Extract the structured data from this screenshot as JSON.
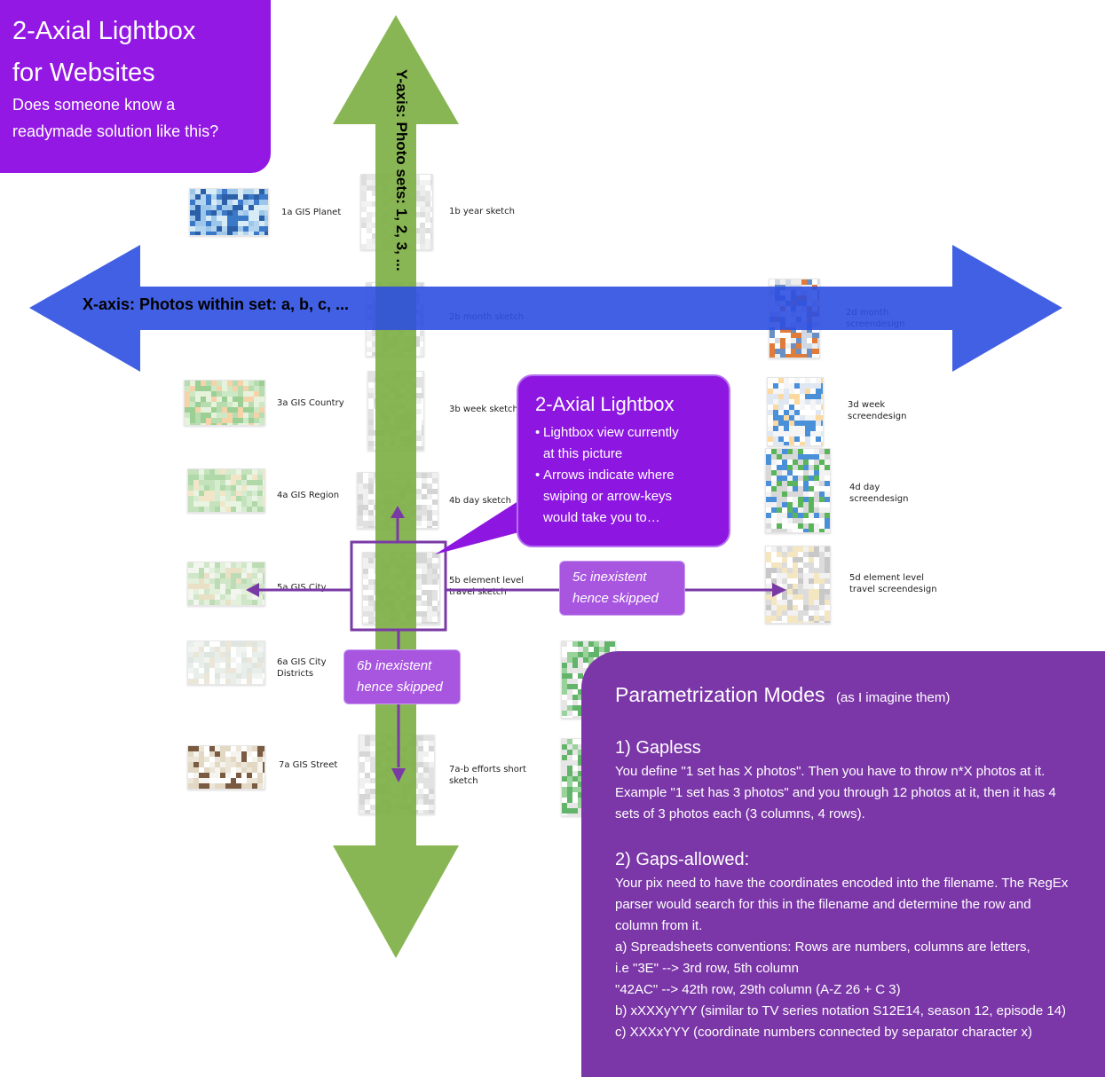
{
  "title_box": {
    "title": "2-Axial Lightbox\nfor Websites",
    "subtitle": "Does someone know a\nreadymade solution like this?"
  },
  "axes": {
    "x_label": "X-axis: Photos within set: a, b, c, ...",
    "y_label": "Y-axis: Photo sets: 1, 2, 3, ..."
  },
  "thumbnails": [
    {
      "id": "1a",
      "caption": "1a GIS Planet",
      "palette": [
        "#3a78c8",
        "#9cc6ea",
        "#d8ecf8",
        "#2b5fa8",
        "#b3d4ee"
      ]
    },
    {
      "id": "1b",
      "caption": "1b year sketch",
      "palette": [
        "#f2f2f2",
        "#e6e6e6",
        "#dedede",
        "#ffffff",
        "#ececec"
      ]
    },
    {
      "id": "2b",
      "caption": "2b month sketch",
      "palette": [
        "#f0f0f0",
        "#e2e2e2",
        "#d8d8d8",
        "#ffffff"
      ]
    },
    {
      "id": "2d",
      "caption": "2d month\nscreendesign",
      "palette": [
        "#eeeeee",
        "#cfd8e3",
        "#6a8fc4",
        "#e07b39",
        "#ffffff"
      ]
    },
    {
      "id": "3a",
      "caption": "3a GIS Country",
      "palette": [
        "#b6dcb0",
        "#cde8c4",
        "#9ccf94",
        "#e6f2dc",
        "#f6d2a8"
      ]
    },
    {
      "id": "3b",
      "caption": "3b week sketch",
      "palette": [
        "#f0f0f0",
        "#e2e2e2",
        "#dadada",
        "#ffffff"
      ]
    },
    {
      "id": "3d",
      "caption": "3d week\nscreendesign",
      "palette": [
        "#f5f5f5",
        "#dfe8f2",
        "#4a90d9",
        "#fbd9a0",
        "#ffffff"
      ]
    },
    {
      "id": "4a",
      "caption": "4a GIS Region",
      "palette": [
        "#c4e2bc",
        "#d6ecd0",
        "#b0d8a8",
        "#eaf4e2",
        "#f2e6c8"
      ]
    },
    {
      "id": "4b",
      "caption": "4b day sketch",
      "palette": [
        "#f0f0f0",
        "#e0e0e0",
        "#d4d4d4",
        "#ffffff"
      ]
    },
    {
      "id": "4d",
      "caption": "4d day\nscreendesign",
      "palette": [
        "#f2f2f2",
        "#d8d8d8",
        "#5ab55a",
        "#4a90d9",
        "#ffffff"
      ]
    },
    {
      "id": "5a",
      "caption": "5a GIS City",
      "palette": [
        "#cfe6c8",
        "#e2f0dc",
        "#bcdcb4",
        "#f2f6ee",
        "#e9e0c6"
      ]
    },
    {
      "id": "5b",
      "caption": "5b element level\ntravel sketch",
      "palette": [
        "#f0f0f0",
        "#e2e2e2",
        "#d6d6d6",
        "#ffffff"
      ]
    },
    {
      "id": "5d",
      "caption": "5d element level\ntravel screendesign",
      "palette": [
        "#f2f2f2",
        "#dcdcdc",
        "#c8c8c8",
        "#f4e6c0",
        "#ffffff"
      ]
    },
    {
      "id": "6a",
      "caption": "6a GIS City\nDistricts",
      "palette": [
        "#e8eeea",
        "#f2f4f2",
        "#dfe6e0",
        "#ffffff",
        "#ebe6d8"
      ]
    },
    {
      "id": "6c",
      "caption": "",
      "palette": [
        "#62b46a",
        "#9ad29c",
        "#e6e6e6",
        "#ffffff"
      ]
    },
    {
      "id": "7a",
      "caption": "7a GIS Street",
      "palette": [
        "#f6f4ee",
        "#ece6d8",
        "#ffffff",
        "#e2d8c4",
        "#7a5a40"
      ]
    },
    {
      "id": "7b",
      "caption": "7a-b efforts short\nsketch",
      "palette": [
        "#f0f0f0",
        "#e2e2e2",
        "#d6d6d6",
        "#ffffff"
      ]
    },
    {
      "id": "7c",
      "caption": "",
      "palette": [
        "#62b46a",
        "#9ad29c",
        "#e6e6e6",
        "#ffffff"
      ]
    }
  ],
  "lightbox_callout": {
    "title": "2-Axial Lightbox",
    "bullets": [
      "Lightbox view currently\nat this picture",
      "Arrows indicate where\nswiping or arrow-keys\nwould take you to…"
    ]
  },
  "skipped_labels": {
    "c5": "5c inexistent\nhence skipped",
    "b6": "6b inexistent\nhence skipped"
  },
  "modes_box": {
    "title": "Parametrization Modes",
    "title_note": "(as I imagine them)",
    "mode1_title": "1) Gapless",
    "mode1_text": "You define \"1 set has X photos\". Then you have to throw n*X photos at it.\nExample \"1 set has 3 photos\" and you through 12 photos at it, then it has 4\nsets of 3 photos each (3 columns, 4 rows).",
    "mode2_title": "2) Gaps-allowed:",
    "mode2_text": "Your pix need to have the coordinates encoded into the filename. The RegEx\nparser would search for this in the filename and determine the row and\ncolumn from it.\na) Spreadsheets conventions: Rows are numbers, columns are letters,\ni.e \"3E\" --> 3rd row, 5th column\n\"42AC\" --> 42th row, 29th column (A-Z 26 + C 3)\nb) xXXXyYYY (similar to TV series notation S12E14, season 12, episode 14)\nc) XXXxYYY (coordinate numbers connected by separator character x)"
  },
  "colors": {
    "title_purple": "#9318e3",
    "callout_purple": "#8d17e0",
    "skip_purple": "#a855e0",
    "modes_purple": "#7b36a8",
    "arrow_blue": "#2e4fe0",
    "arrow_green": "#7fb045",
    "nav_purple": "#7a3aa6"
  }
}
